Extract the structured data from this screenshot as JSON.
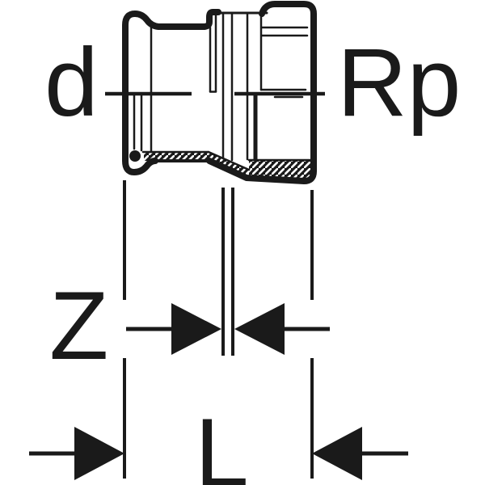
{
  "diagram": {
    "type": "technical-drawing",
    "subject": "press-fitting adapter with female thread, half-section view with dimension annotations",
    "labels": {
      "d": "d",
      "rp": "Rp",
      "z": "Z",
      "l": "L"
    },
    "colors": {
      "line": "#1a1a1a",
      "background": "#ffffff"
    }
  }
}
